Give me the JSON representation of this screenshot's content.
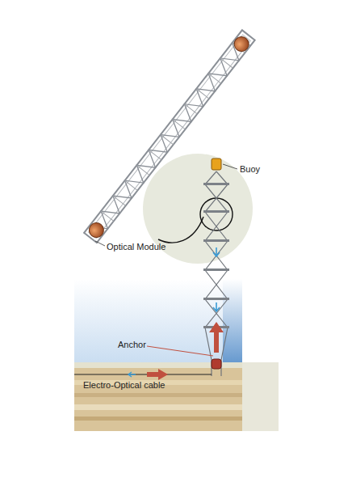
{
  "diagram": {
    "labels": [
      "Buoy",
      "Optical Module",
      "Anchor",
      "Electro-Optical cable"
    ]
  }
}
